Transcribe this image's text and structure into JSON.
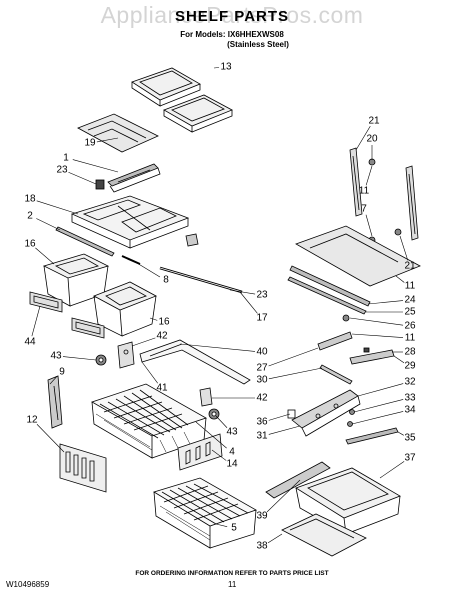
{
  "watermark": "AppliancePartsPros.com",
  "title": "SHELF PARTS",
  "models_line": "For Models: IX6HHEXWS08",
  "variant_line": "(Stainless Steel)",
  "footer_note": "FOR ORDERING INFORMATION REFER TO PARTS PRICE LIST",
  "doc_number": "W10496859",
  "page_number": "11",
  "callouts": [
    "13",
    "19",
    "1",
    "23",
    "18",
    "2",
    "16",
    "8",
    "23",
    "17",
    "16",
    "44",
    "42",
    "40",
    "43",
    "41",
    "27",
    "30",
    "9",
    "42",
    "12",
    "43",
    "36",
    "31",
    "4",
    "14",
    "39",
    "5",
    "38",
    "21",
    "20",
    "11",
    "7",
    "21",
    "11",
    "24",
    "25",
    "26",
    "11",
    "28",
    "29",
    "32",
    "33",
    "34",
    "35",
    "37"
  ]
}
